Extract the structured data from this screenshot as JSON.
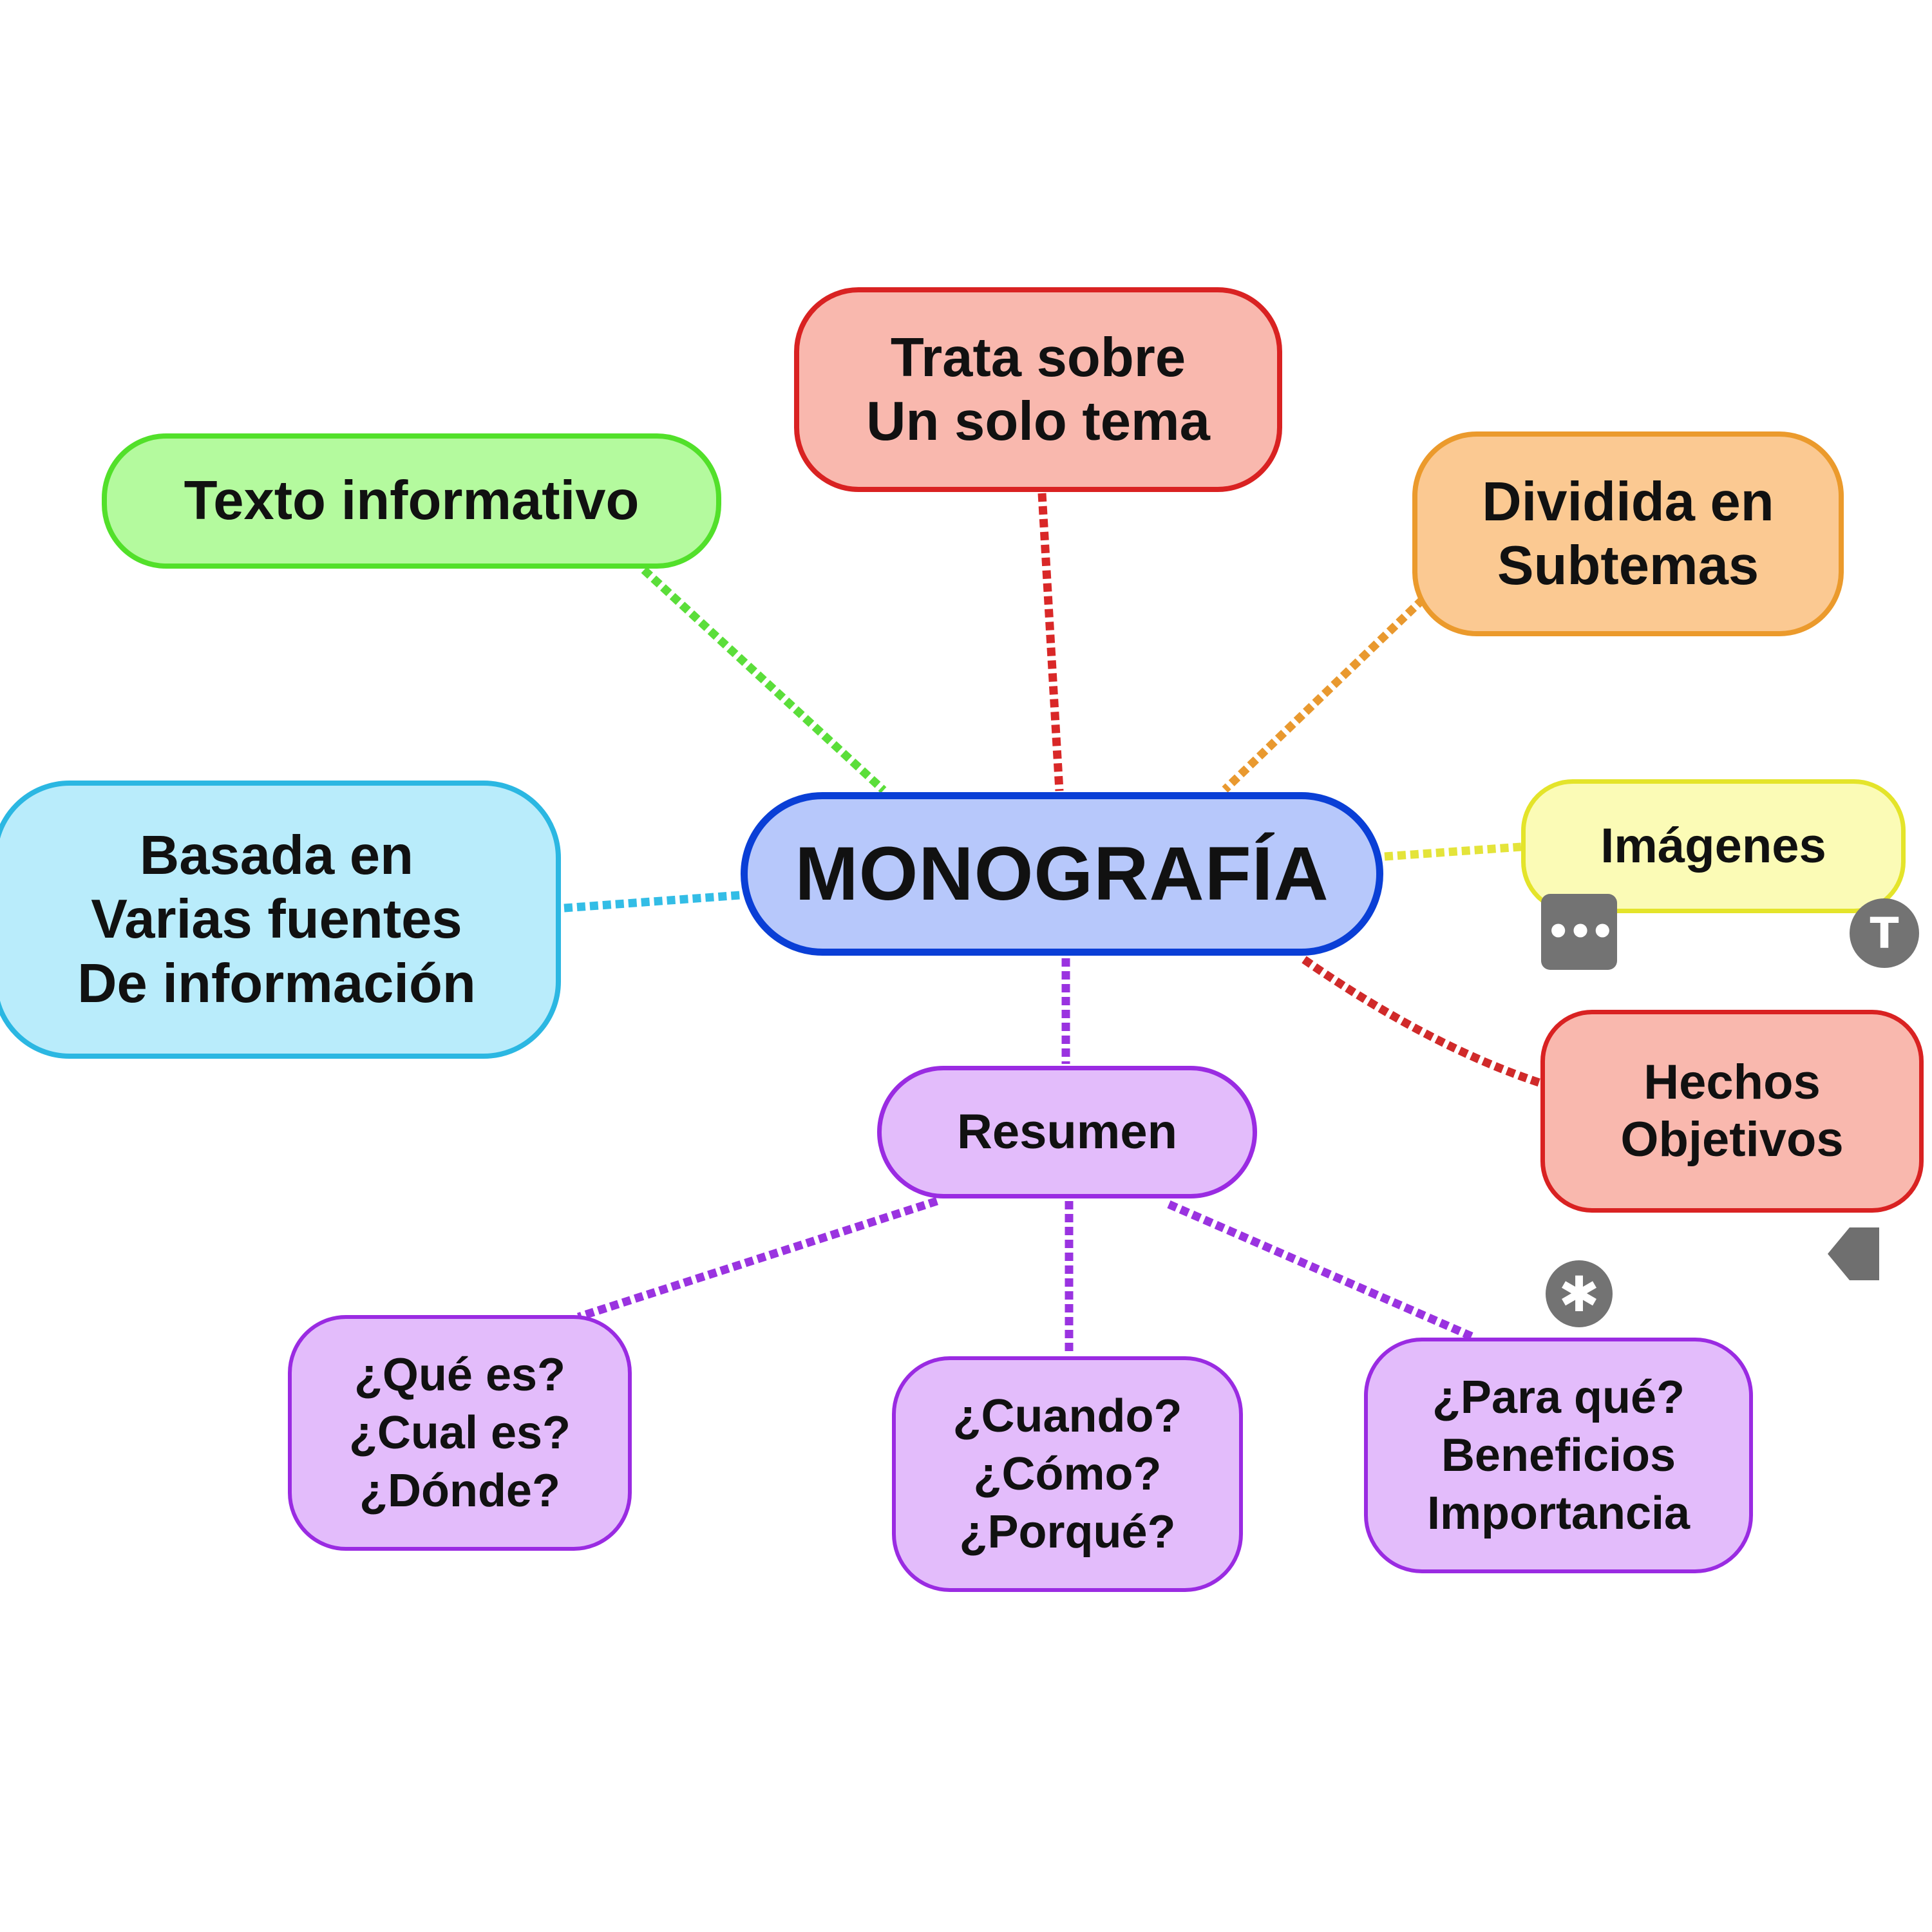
{
  "colors": {
    "central": {
      "fill": "#b7c8fb",
      "stroke": "#0a3fd6"
    },
    "trata": {
      "fill": "#f9b8ae",
      "stroke": "#d92222",
      "link": "#d92828"
    },
    "texto": {
      "fill": "#b4fa9e",
      "stroke": "#52e02a",
      "link": "#5bde3a"
    },
    "dividida": {
      "fill": "#fbc992",
      "stroke": "#eb9a2c",
      "link": "#e9992f"
    },
    "basada": {
      "fill": "#b9ecfb",
      "stroke": "#2bb7e2",
      "link": "#33bde6"
    },
    "imagenes": {
      "fill": "#fbfbb6",
      "stroke": "#e4e42a",
      "link": "#e4e43a"
    },
    "hechos": {
      "fill": "#f9b8ae",
      "stroke": "#d92222",
      "link": "#d02a2a"
    },
    "resumen": {
      "fill": "#e3bcfb",
      "stroke": "#9a2be2",
      "link": "#9a33e0"
    }
  },
  "central": {
    "label": "MONOGRAFÍA"
  },
  "nodes": {
    "trata": "Trata sobre\nUn solo tema",
    "texto": "Texto informativo",
    "dividida": "Dividida en\nSubtemas",
    "basada": "Basada en\nVarias fuentes\nDe información",
    "imagenes": "Imágenes",
    "hechos": "Hechos\nObjetivos",
    "resumen": "Resumen"
  },
  "resumen_children": {
    "que": "¿Qué es?\n¿Cual es?\n¿Dónde?",
    "cuando": "¿Cuando?\n¿Cómo?\n¿Porqué?",
    "para": "¿Para qué?\nBeneficios\nImportancia"
  },
  "toolbar": {
    "more_glyph": "•••",
    "text_glyph": "T",
    "star_glyph": "✱",
    "icons": [
      "more-options-icon",
      "text-format-icon",
      "asterisk-icon",
      "tag-icon"
    ]
  }
}
